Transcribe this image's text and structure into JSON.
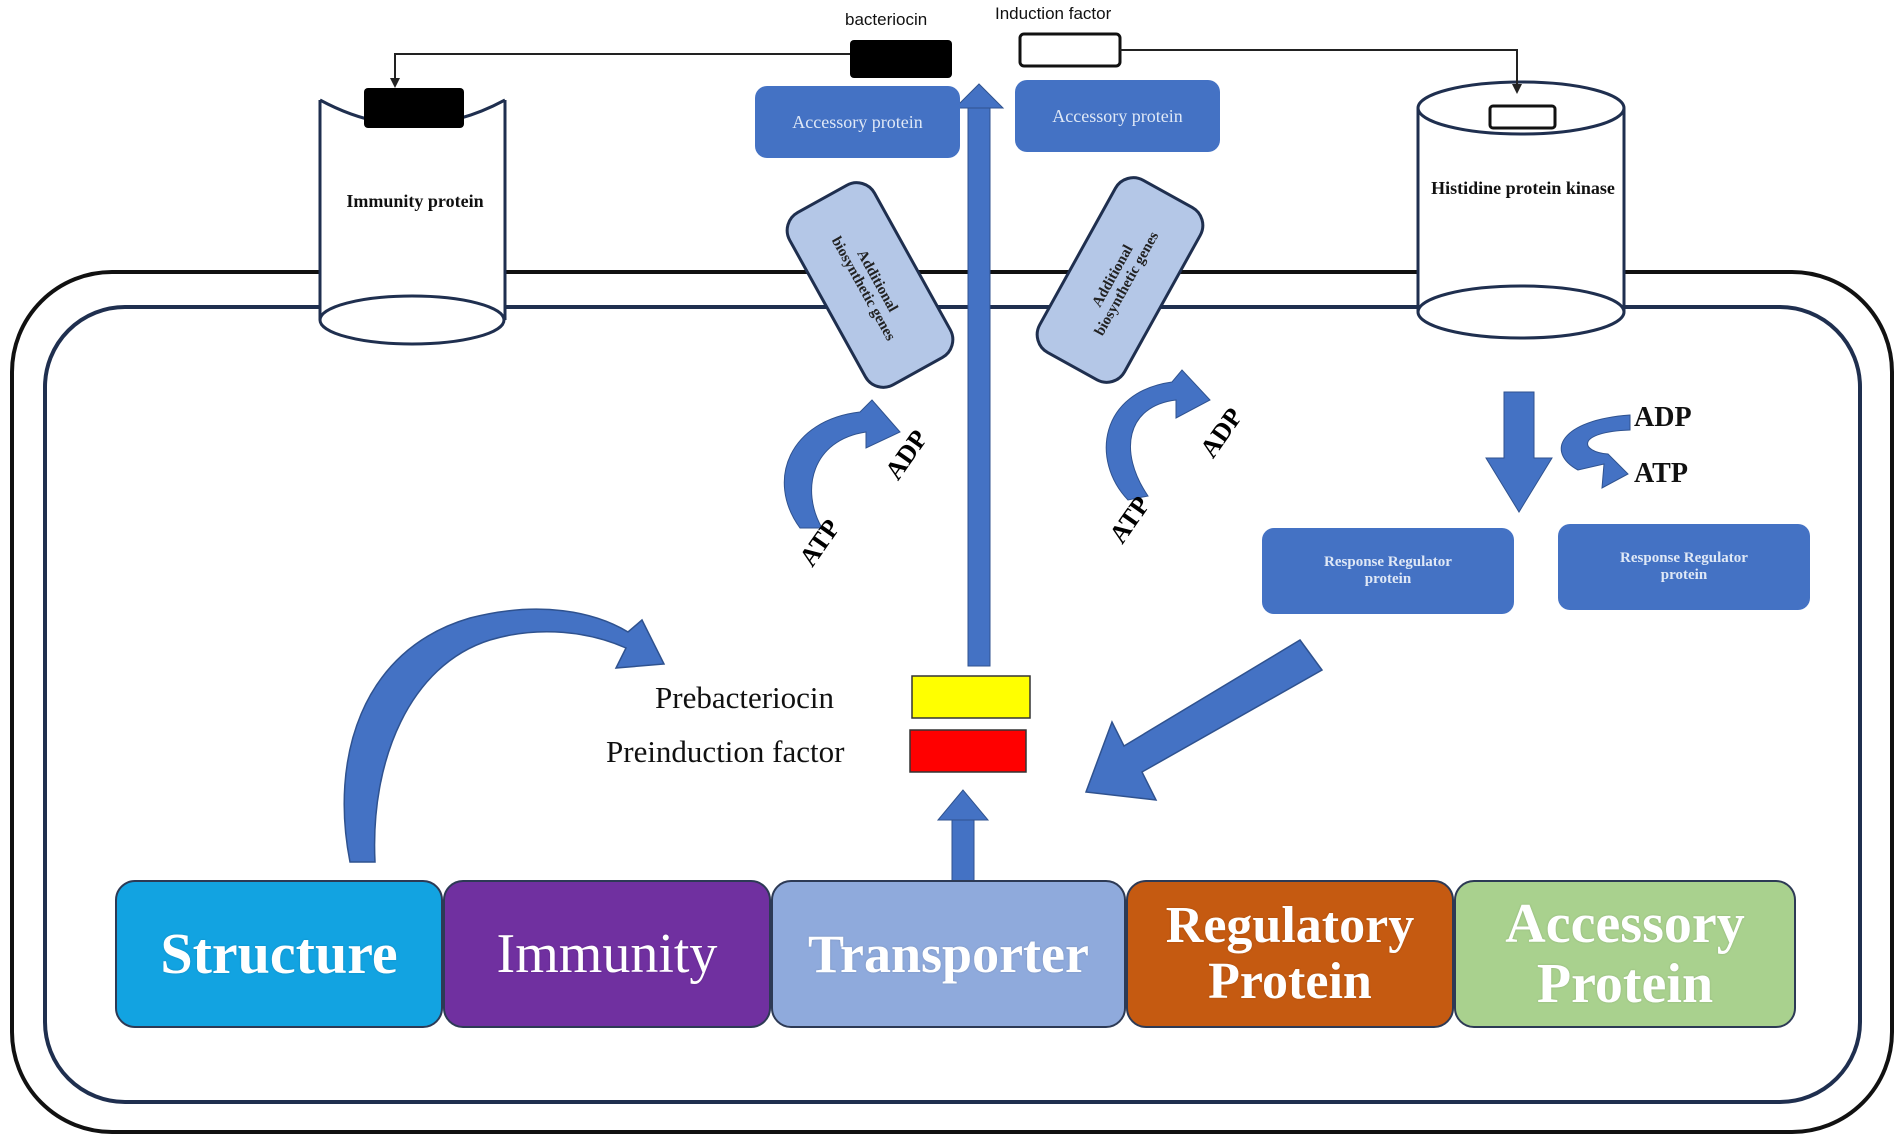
{
  "top_labels": {
    "bacteriocin": "bacteriocin",
    "induction_factor": "Induction factor"
  },
  "membrane_proteins": {
    "immunity": "Immunity protein",
    "histidine": "Histidine protein kinase"
  },
  "accessory_boxes": [
    "Accessory protein",
    "Accessory protein"
  ],
  "biosynthetic_boxes": [
    "Additional biosynthetic genes",
    "Additional biosynthetic genes"
  ],
  "energy": {
    "left_atp": "ATP",
    "left_adp": "ADP",
    "mid_atp": "ATP",
    "mid_adp": "ADP",
    "right_adp": "ADP",
    "right_atp": "ATP"
  },
  "response_regulators": [
    "Response Regulator protein",
    "Response Regulator protein"
  ],
  "precursors": {
    "prebacteriocin": "Prebacteriocin",
    "preinduction": "Preinduction factor"
  },
  "genes": [
    {
      "label": "Structure",
      "color": "#12a3e1"
    },
    {
      "label": "Immunity",
      "color": "#7030a0"
    },
    {
      "label": "Transporter",
      "color": "#8faadc"
    },
    {
      "label": "Regulatory Protein",
      "color": "#c55a11"
    },
    {
      "label": "Accessory Protein",
      "color": "#a9d18e"
    }
  ],
  "colors": {
    "arrow_blue": "#4472c4",
    "prebacteriocin": "#ffff00",
    "preinduction": "#ff0000",
    "biosynthetic_fill": "#b4c7e7",
    "bacteriocin_block": "#000000"
  }
}
